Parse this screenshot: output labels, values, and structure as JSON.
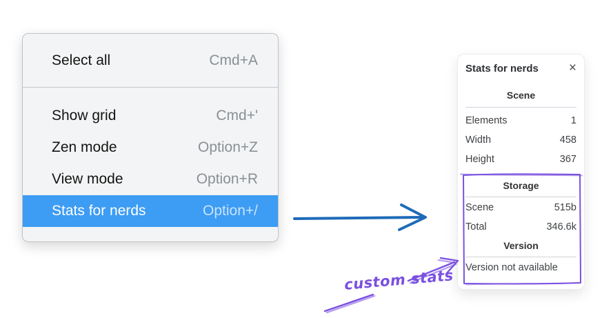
{
  "menu": {
    "highlight_color": "#3d9cf4",
    "items": [
      {
        "label": "Select all",
        "shortcut": "Cmd+A",
        "selected": false
      },
      {
        "label": "Show grid",
        "shortcut": "Cmd+'",
        "selected": false
      },
      {
        "label": "Zen mode",
        "shortcut": "Option+Z",
        "selected": false
      },
      {
        "label": "View mode",
        "shortcut": "Option+R",
        "selected": false
      },
      {
        "label": "Stats for nerds",
        "shortcut": "Option+/",
        "selected": true
      }
    ]
  },
  "stats_panel": {
    "title": "Stats for nerds",
    "close_icon": "×",
    "sections": [
      {
        "heading": "Scene",
        "rows": [
          [
            "Elements",
            "1"
          ],
          [
            "Width",
            "458"
          ],
          [
            "Height",
            "367"
          ]
        ]
      },
      {
        "heading": "Storage",
        "rows": [
          [
            "Scene",
            "515b"
          ],
          [
            "Total",
            "346.6k"
          ]
        ]
      },
      {
        "heading": "Version",
        "note": "Version not available"
      }
    ]
  },
  "annotations": {
    "label": "custom stats",
    "purple": "#7a50e0",
    "arrow_blue": "#1d6bb8"
  }
}
